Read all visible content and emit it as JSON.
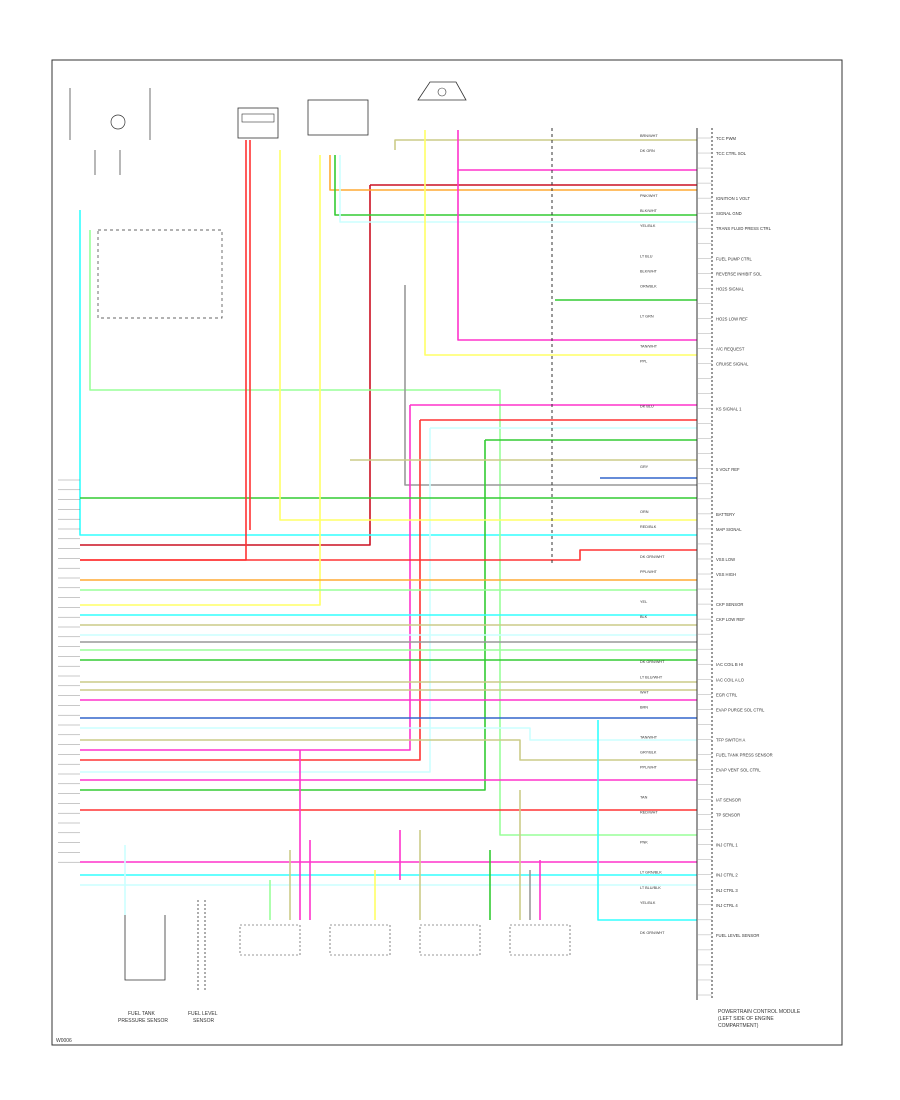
{
  "diagram": {
    "footer_code": "W0006"
  },
  "components": {
    "fuel_tank_pressure_sensor": [
      "FUEL TANK",
      "PRESSURE SENSOR"
    ],
    "fuel_level_sensor": [
      "FUEL LEVEL",
      "SENSOR"
    ],
    "pcm": [
      "POWERTRAIN CONTROL MODULE",
      "(LEFT SIDE OF ENGINE",
      "COMPARTMENT)"
    ]
  },
  "pcm_pins": [
    {
      "wire": "BRN/WHT",
      "label": "TCC PWM"
    },
    {
      "wire": "DK GRN",
      "label": "TCC CTRL SOL"
    },
    {
      "wire": "PNK/WHT",
      "label": "IGNITION 1 VOLT"
    },
    {
      "wire": "BLK/WHT",
      "label": "SIGNAL GND"
    },
    {
      "wire": "YEL/BLK",
      "label": "TRANS FLUID PRESS CTRL"
    },
    {
      "wire": "LT BLU",
      "label": "FUEL PUMP CTRL"
    },
    {
      "wire": "BLK/WHT",
      "label": "REVERSE INHIBIT SOL"
    },
    {
      "wire": "ORN/BLK",
      "label": "HO2S SIGNAL"
    },
    {
      "wire": "LT GRN",
      "label": "HO2S LOW REF"
    },
    {
      "wire": "TAN/WHT",
      "label": "A/C REQUEST"
    },
    {
      "wire": "PPL",
      "label": "CRUISE SIGNAL"
    },
    {
      "wire": "DK BLU",
      "label": "KS SIGNAL 1"
    },
    {
      "wire": "GRY",
      "label": "5 VOLT REF"
    },
    {
      "wire": "ORN",
      "label": "BATTERY"
    },
    {
      "wire": "RED/BLK",
      "label": "MAP SIGNAL"
    },
    {
      "wire": "DK GRN/WHT",
      "label": "VSS LOW"
    },
    {
      "wire": "PPL/WHT",
      "label": "VSS HIGH"
    },
    {
      "wire": "YEL",
      "label": "CKP SENSOR"
    },
    {
      "wire": "BLK",
      "label": "CKP LOW REF"
    },
    {
      "wire": "DK GRN/WHT",
      "label": "IAC COIL B HI"
    },
    {
      "wire": "LT BLU/WHT",
      "label": "IAC COIL A LO"
    },
    {
      "wire": "WHT",
      "label": "EGR CTRL"
    },
    {
      "wire": "BRN",
      "label": "EVAP PURGE SOL CTRL"
    },
    {
      "wire": "TAN/WHT",
      "label": "TFP SWITCH A"
    },
    {
      "wire": "GRY/BLK",
      "label": "FUEL TANK PRESS SENSOR"
    },
    {
      "wire": "PPL/WHT",
      "label": "EVAP VENT SOL CTRL"
    },
    {
      "wire": "TAN",
      "label": "IAT SENSOR"
    },
    {
      "wire": "RED/WHT",
      "label": "TP SENSOR"
    },
    {
      "wire": "PNK",
      "label": "INJ CTRL 1"
    },
    {
      "wire": "LT GRN/BLK",
      "label": "INJ CTRL 2"
    },
    {
      "wire": "LT BLU/BLK",
      "label": "INJ CTRL 3"
    },
    {
      "wire": "YEL/BLK",
      "label": "INJ CTRL 4"
    },
    {
      "wire": "DK GRN/WHT",
      "label": "FUEL LEVEL SENSOR"
    }
  ],
  "colors": {
    "ink": "#333333",
    "pink": "#ff33cc",
    "red": "#ff3333",
    "dark_red": "#cc1122",
    "green": "#33cc33",
    "light_green": "#99ff99",
    "yellow": "#ffff66",
    "tan": "#cccc88",
    "cyan": "#33ffff",
    "light_blue": "#ccffff",
    "dark_blue": "#3366cc",
    "gray": "#999999",
    "orange": "#ffaa33"
  }
}
